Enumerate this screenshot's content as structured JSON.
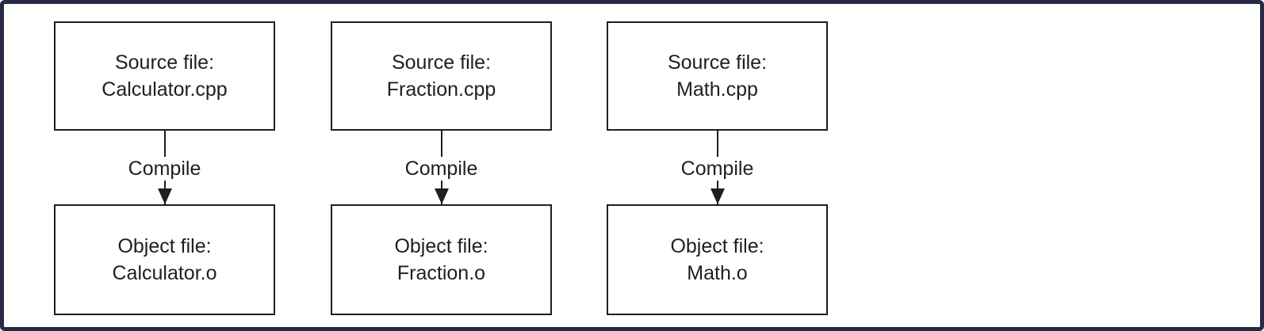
{
  "colors": {
    "frame_border": "#262a46",
    "node_border": "#1f1f1f",
    "text": "#1f1f1f",
    "background": "#ffffff"
  },
  "diagram": {
    "description": "Compilation flow: source files compiled to object files",
    "columns": [
      {
        "source": {
          "title": "Source file:",
          "file": "Calculator.cpp"
        },
        "arrow_label": "Compile",
        "object": {
          "title": "Object file:",
          "file": "Calculator.o"
        }
      },
      {
        "source": {
          "title": "Source file:",
          "file": "Fraction.cpp"
        },
        "arrow_label": "Compile",
        "object": {
          "title": "Object file:",
          "file": "Fraction.o"
        }
      },
      {
        "source": {
          "title": "Source file:",
          "file": "Math.cpp"
        },
        "arrow_label": "Compile",
        "object": {
          "title": "Object file:",
          "file": "Math.o"
        }
      }
    ]
  }
}
